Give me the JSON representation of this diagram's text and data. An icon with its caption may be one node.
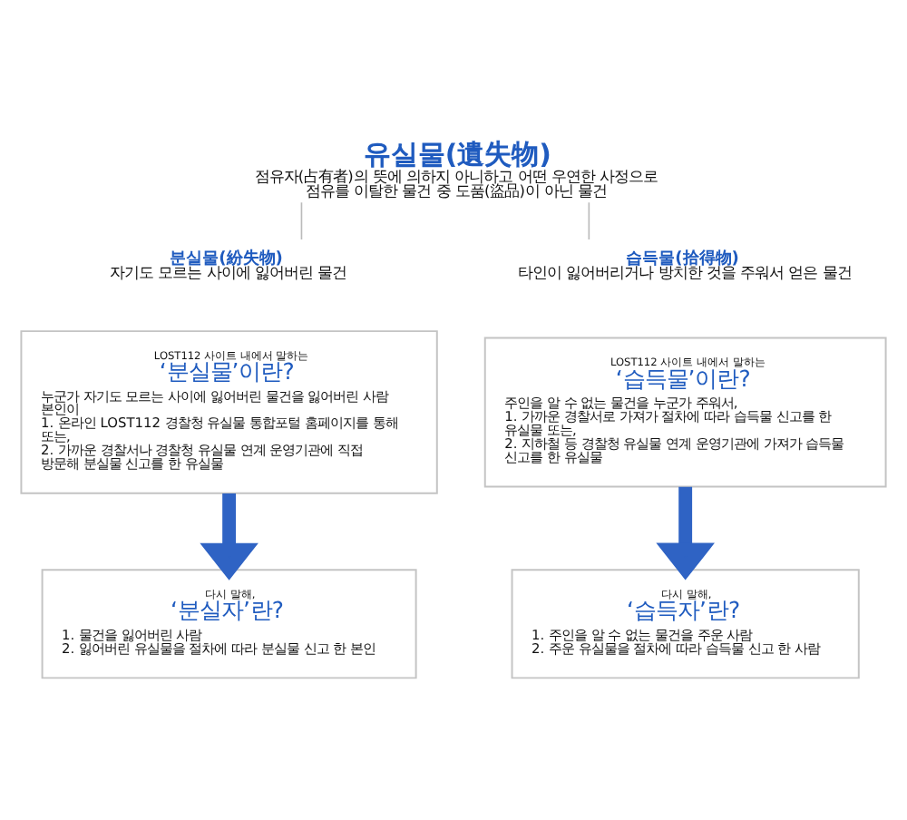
{
  "diagram": {
    "nodes": [
      {
        "text": [
          "유실물(遺失物)",
          "점유자(占有者)의 뜻에 의하지 아니하고 어떤 우연한 사정으로 점유를 이탈한 물건 중 도품(盜品)이 아닌 물건"
        ]
      },
      {
        "text": [
          "분실물(紛失物)",
          "자기도 모르는 사이에 잃어버린 물건"
        ]
      },
      {
        "text": [
          "습득물(拾得物)",
          "타인이 잃어버리거나 방치한 것을 주워서 얻은 물건"
        ]
      },
      {
        "text": [
          "LOST112 사이트 내에서 말하는",
          "‘분실물’이란?",
          "누군가 자기도 모르는 사이에 잃어버린 물건을 잃어버린 사람 본인이",
          "1. 온라인 LOST112 경찰청 유실물 통합포털 홈페이지를 통해 또는,",
          "2. 가까운 경찰서나 경찰청 유실물 연계 운영기관에 직접 방문해 분실물 신고를 한 유실물"
        ]
      },
      {
        "text": [
          "LOST112 사이트 내에서 말하는",
          "‘습득물’이란?",
          "주인을 알 수 없는 물건을 누군가 주워서,",
          "1. 가까운 경찰서로 가져가 절차에 따라 습득물 신고를 한 유실물 또는,",
          "2. 지하철 등 경찰청 유실물 연계 운영기관에 가져가 습득물 신고를 한 유실물"
        ]
      },
      {
        "text": [
          "다시 말해,",
          "‘분실자’란?",
          "1. 물건을 잃어버린 사람",
          "2. 잃어버린 유실물을 절차에 따라 분실물 신고 한 본인"
        ]
      },
      {
        "text": [
          "다시 말해,",
          "‘습득자’란?",
          "1. 주인을 알 수 없는 물건을 주운 사람",
          "2. 주운 유실물을 절차에 따라 습득물 신고 한 사람"
        ]
      }
    ],
    "edges": [
      {
        "from": 0,
        "to": 1,
        "arrow": "none"
      },
      {
        "from": 0,
        "to": 2,
        "arrow": "none"
      },
      {
        "from": 3,
        "to": 5,
        "arrow": "to",
        "style": "thick",
        "color": "#2f63c4"
      },
      {
        "from": 4,
        "to": 6,
        "arrow": "to",
        "style": "thick",
        "color": "#2f63c4"
      }
    ]
  }
}
